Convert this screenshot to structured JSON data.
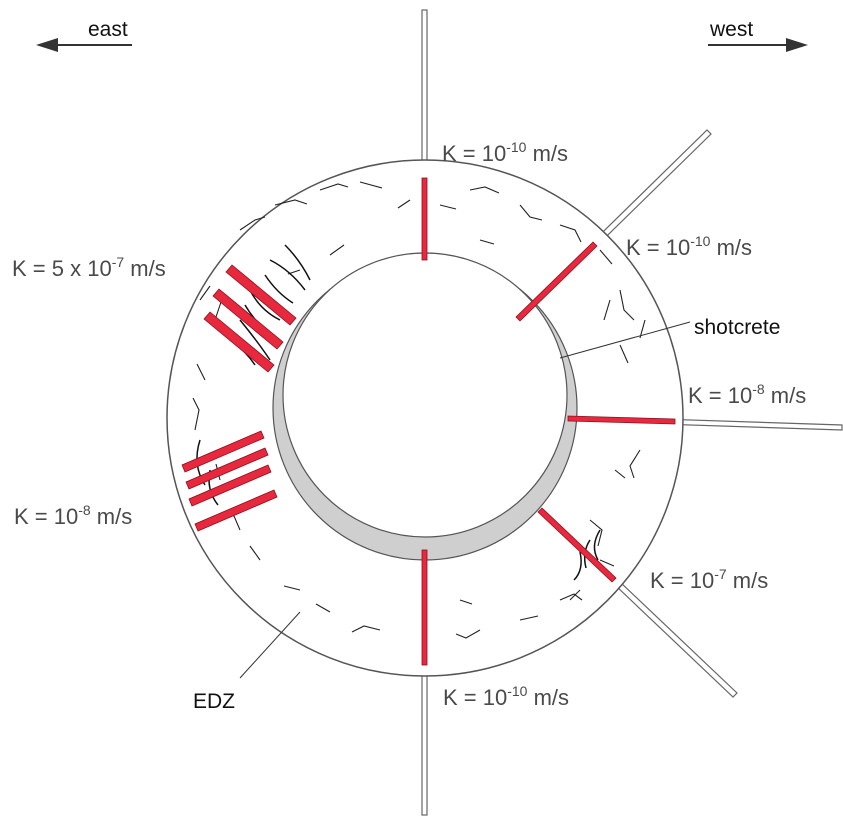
{
  "directions": {
    "left": "east",
    "right": "west"
  },
  "labels": {
    "shotcrete": "shotcrete",
    "edz": "EDZ"
  },
  "conductivities": {
    "top": {
      "prefix": "K = 10",
      "exp": "-10",
      "unit": " m/s"
    },
    "upper_right": {
      "prefix": "K = 10",
      "exp": "-10",
      "unit": " m/s"
    },
    "right": {
      "prefix": "K = 10",
      "exp": "-8",
      "unit": " m/s"
    },
    "lower_right": {
      "prefix": "K = 10",
      "exp": "-7",
      "unit": " m/s"
    },
    "bottom": {
      "prefix": "K = 10",
      "exp": "-10",
      "unit": " m/s"
    },
    "upper_left": {
      "prefix": "K = 5 x 10",
      "exp": "-7",
      "unit": " m/s"
    },
    "lower_left": {
      "prefix": "K = 10",
      "exp": "-8",
      "unit": " m/s"
    }
  },
  "colors": {
    "test_section": "#e8283c",
    "shotcrete": "#cfcfcf",
    "outline": "#555555",
    "fracture": "#333333"
  }
}
